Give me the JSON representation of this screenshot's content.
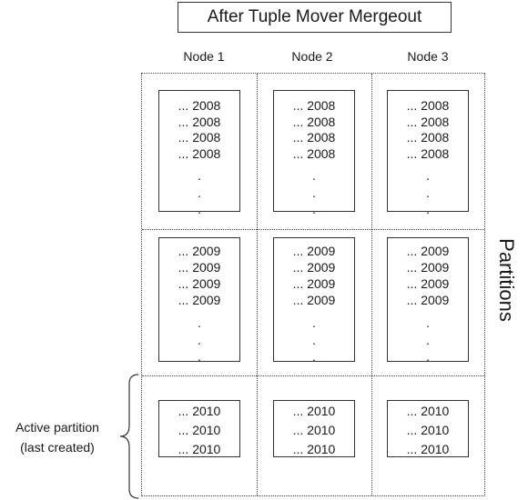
{
  "title": "After Tuple Mover Mergeout",
  "nodes": [
    "Node 1",
    "Node 2",
    "Node 3"
  ],
  "side_label": "Partitions",
  "active_partition": {
    "line1": "Active partition",
    "line2": "(last created)"
  },
  "partitions": [
    {
      "year_label": "... 2008",
      "rows": [
        "... 2008",
        "... 2008",
        "... 2008",
        "... 2008"
      ],
      "continuation": [
        ".",
        ".",
        "."
      ]
    },
    {
      "year_label": "... 2009",
      "rows": [
        "... 2009",
        "... 2009",
        "... 2009",
        "... 2009"
      ],
      "continuation": [
        ".",
        ".",
        "."
      ]
    },
    {
      "year_label": "... 2010",
      "rows": [
        "... 2010",
        "... 2010",
        "... 2010"
      ],
      "continuation": []
    }
  ]
}
